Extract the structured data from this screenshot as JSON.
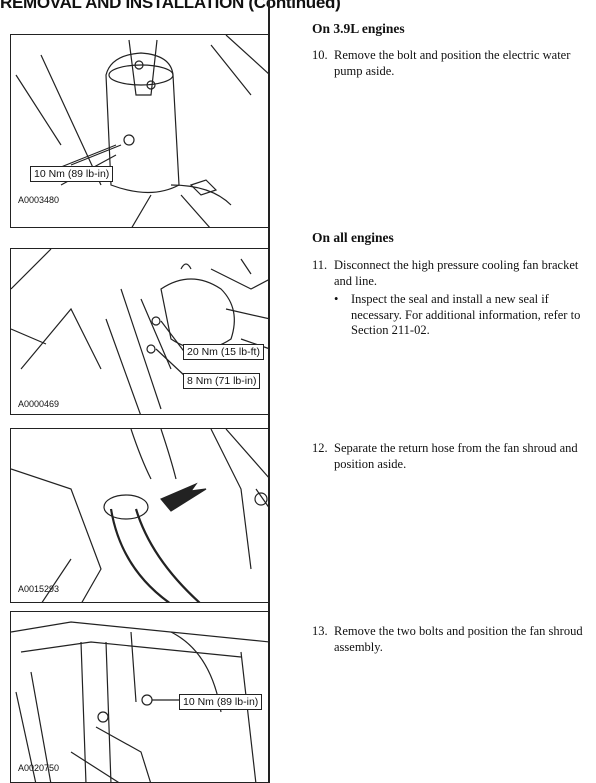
{
  "header": {
    "title": "REMOVAL AND INSTALLATION (Continued)"
  },
  "figures": [
    {
      "id": "A0003480",
      "labels": [
        "10 Nm (89 lb-in)"
      ]
    },
    {
      "id": "A0000469",
      "labels": [
        "20 Nm (15 lb-ft)",
        "8 Nm (71 lb-in)"
      ]
    },
    {
      "id": "A0015293",
      "labels": []
    },
    {
      "id": "A0020750",
      "labels": [
        "10 Nm (89 lb-in)"
      ]
    }
  ],
  "sections": [
    {
      "heading": "On 3.9L engines"
    },
    {
      "heading": "On all engines"
    }
  ],
  "steps": [
    {
      "num": "10.",
      "text": "Remove the bolt and position the electric water pump aside."
    },
    {
      "num": "11.",
      "text": "Disconnect the high pressure cooling fan bracket and line."
    },
    {
      "num": "12.",
      "text": "Separate the return hose from the fan shroud and position aside."
    },
    {
      "num": "13.",
      "text": "Remove the two bolts and position the fan shroud assembly."
    }
  ],
  "bullets": [
    {
      "symbol": "•",
      "text": "Inspect the seal and install a new seal if necessary. For additional information, refer to Section 211-02."
    }
  ]
}
